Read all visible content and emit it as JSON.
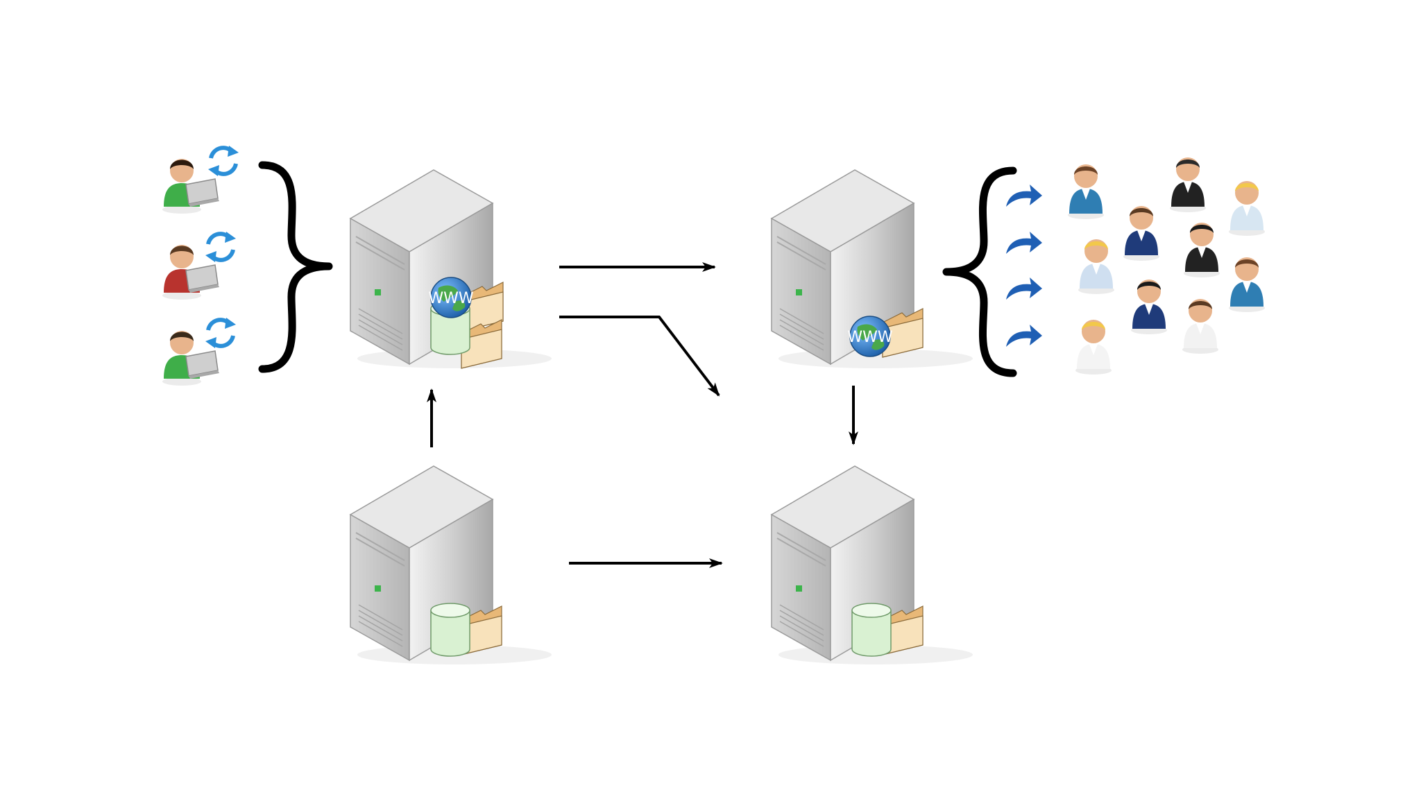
{
  "colors": {
    "background": "#ffffff",
    "server_body": "#c9c9c9",
    "server_light": "#e6e6e6",
    "server_dark": "#9f9f9f",
    "power_led": "#3cb44b",
    "database": "#d8f0d0",
    "folder": "#f6dcb0",
    "globe": "#2f78c4",
    "arrow": "#000000",
    "sync_icon": "#2b8fd8",
    "flow_icon": "#1f5fb4"
  },
  "globe_label": "WWW",
  "icons": {
    "server": "server-icon",
    "database": "database-icon",
    "folder": "folder-icon",
    "globe": "www-globe-icon",
    "sync": "sync-icon",
    "user": "user-icon",
    "brace": "curly-brace",
    "arrow": "arrow"
  }
}
